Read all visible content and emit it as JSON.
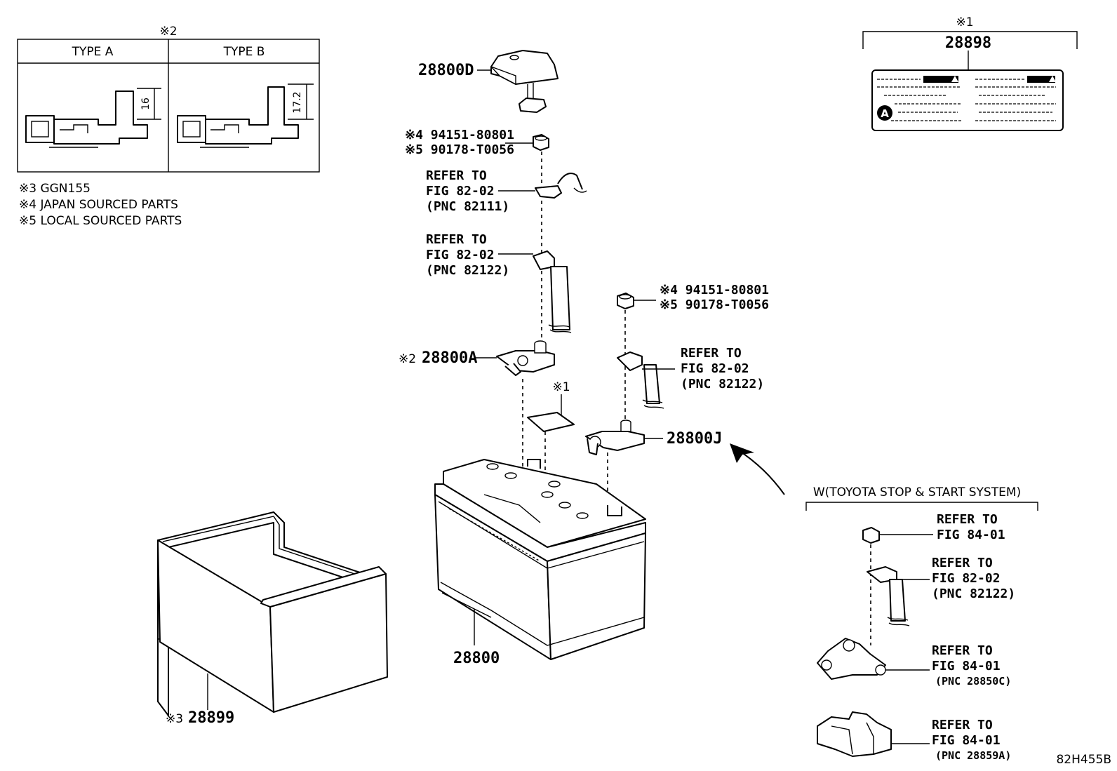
{
  "typebox": {
    "mark": "※2",
    "type_a": "TYPE A",
    "type_b": "TYPE B",
    "dim_a": "16",
    "dim_b": "17.2"
  },
  "notes": [
    "※3 GGN155",
    "※4 JAPAN SOURCED PARTS",
    "※5 LOCAL SOURCED PARTS"
  ],
  "label_part": {
    "mark": "※1",
    "number": "28898",
    "icon_letter": "A"
  },
  "parts": {
    "p28800D": "28800D",
    "nut1_line1": "※4 94151-80801",
    "nut1_line2": "※5 90178-T0056",
    "ref1": [
      "REFER TO",
      "FIG 82-02",
      "(PNC 82111)"
    ],
    "ref2": [
      "REFER TO",
      "FIG 82-02",
      "(PNC 82122)"
    ],
    "nut2_line1": "※4 94151-80801",
    "nut2_line2": "※5 90178-T0056",
    "ref3": [
      "REFER TO",
      "FIG 82-02",
      "(PNC 82122)"
    ],
    "p28800A_mark": "※2",
    "p28800A": "28800A",
    "sticker_mark": "※1",
    "p28800J": "28800J",
    "p28800": "28800",
    "tray_mark": "※3",
    "p28899": "28899"
  },
  "inset": {
    "title": "W(TOYOTA STOP & START SYSTEM)",
    "ref_a": [
      "REFER TO",
      "FIG 84-01"
    ],
    "ref_b": [
      "REFER TO",
      "FIG 82-02",
      "(PNC 82122)"
    ],
    "ref_c": [
      "REFER TO",
      "FIG 84-01",
      "(PNC 28850C)"
    ],
    "ref_d": [
      "REFER TO",
      "FIG 84-01",
      "(PNC 28859A)"
    ]
  },
  "footer": {
    "code": "82H455B"
  }
}
